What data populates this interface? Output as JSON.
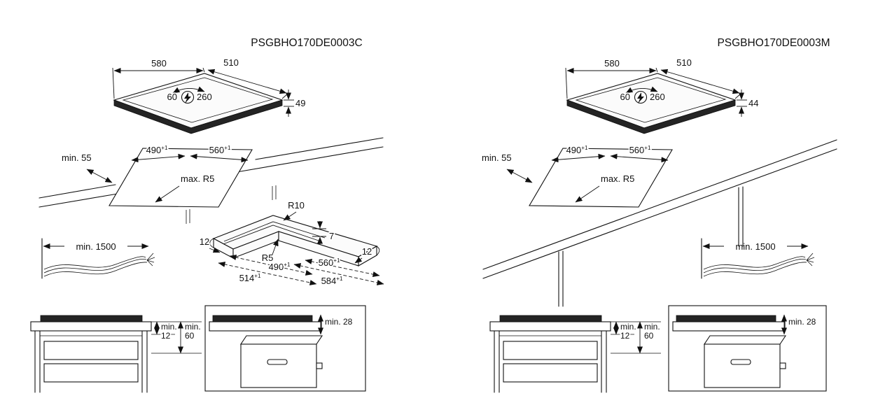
{
  "colors": {
    "line": "#111111",
    "hob_band": "#242424",
    "background": "#ffffff"
  },
  "left": {
    "title": "PSGBHO170DE0003C",
    "hob": {
      "width": "580",
      "depth": "510",
      "power_left": "60",
      "power_right": "260",
      "height": "49"
    },
    "cutout": {
      "min_side": "min. 55",
      "width": "490",
      "width_sup": "+1",
      "depth": "560",
      "depth_sup": "+1",
      "radius": "max. R5"
    },
    "recess": {
      "outer_radius": "R10",
      "step_height": "7",
      "edge_left": "12",
      "edge_right": "12",
      "inner_radius": "R5",
      "inner_width": "490",
      "inner_width_sup": "+1",
      "inner_depth": "560",
      "inner_depth_sup": "+1",
      "outer_width": "514",
      "outer_width_sup": "+1",
      "outer_depth": "584",
      "outer_depth_sup": "+1"
    },
    "cable": "min. 1500",
    "worktop_gap_prefix": "min.",
    "worktop_gap": "12",
    "shelf_gap_prefix": "min.",
    "shelf_gap": "60",
    "oven_gap": "min. 28"
  },
  "right": {
    "title": "PSGBHO170DE0003M",
    "hob": {
      "width": "580",
      "depth": "510",
      "power_left": "60",
      "power_right": "260",
      "height": "44"
    },
    "cutout": {
      "min_side": "min. 55",
      "width": "490",
      "width_sup": "+1",
      "depth": "560",
      "depth_sup": "+1",
      "radius": "max. R5"
    },
    "cable": "min. 1500",
    "worktop_gap_prefix": "min.",
    "worktop_gap": "12",
    "shelf_gap_prefix": "min.",
    "shelf_gap": "60",
    "oven_gap": "min. 28"
  }
}
